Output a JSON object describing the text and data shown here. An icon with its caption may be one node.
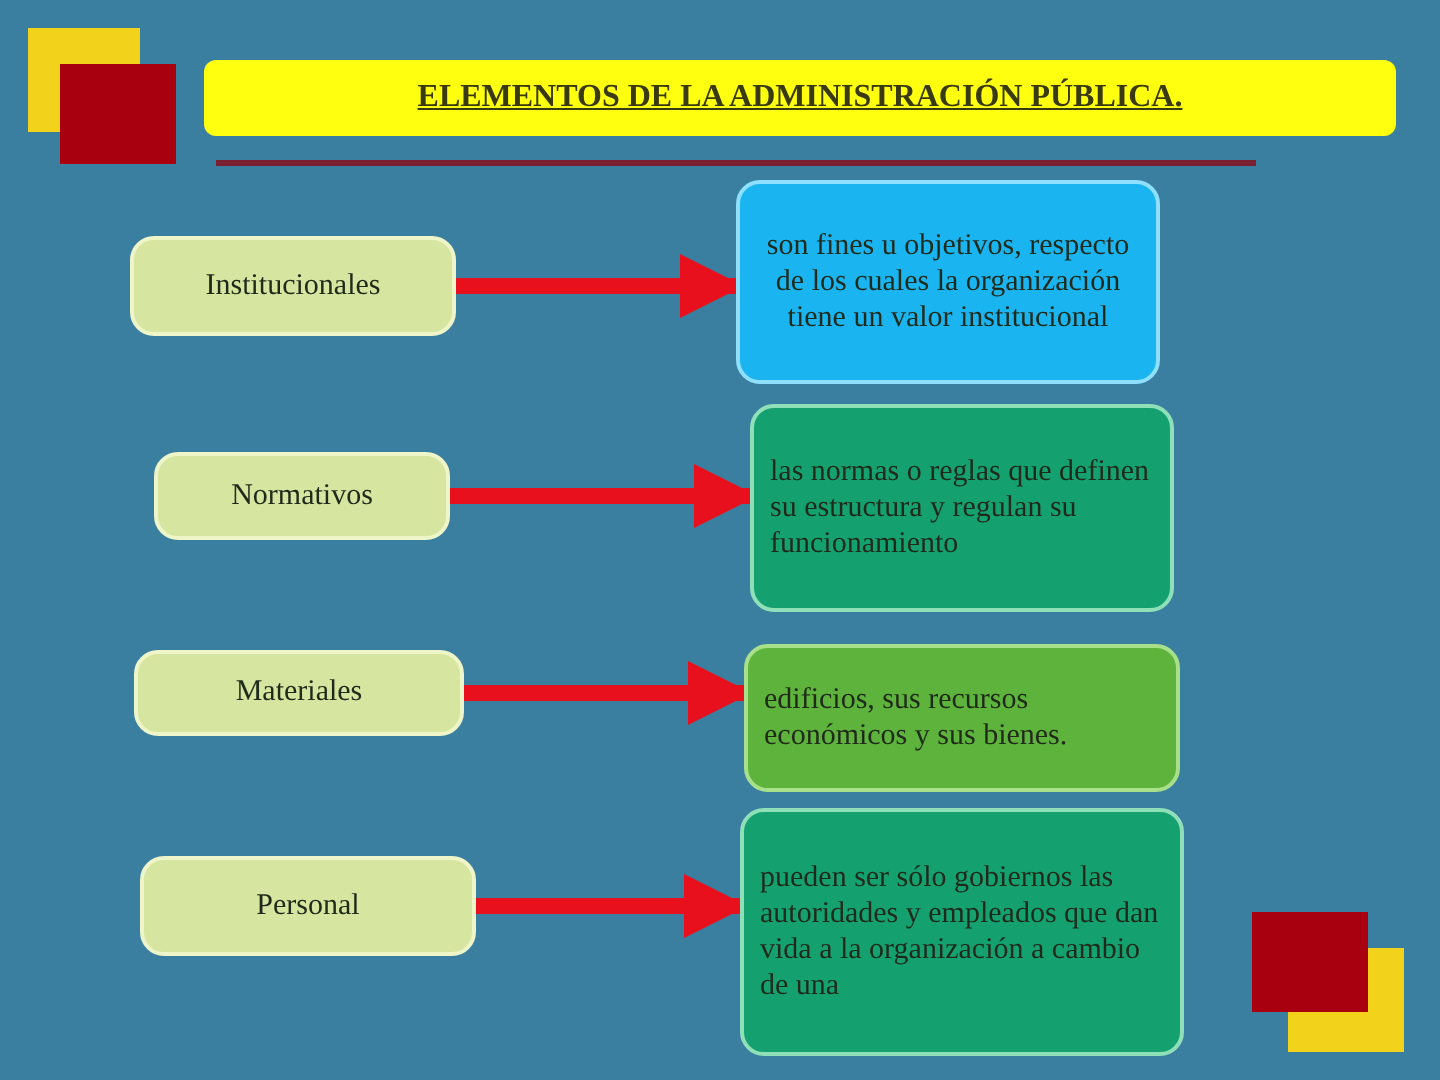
{
  "diagram": {
    "title": "ELEMENTOS DE LA ADMINISTRACIÓN PÚBLICA.",
    "nodes": [
      {
        "text": [
          "Institucionales"
        ]
      },
      {
        "text": [
          "Normativos"
        ]
      },
      {
        "text": [
          "Materiales"
        ]
      },
      {
        "text": [
          "Personal"
        ]
      },
      {
        "text": [
          "son fines u objetivos, respecto de los cuales la organización tiene un valor institucional"
        ]
      },
      {
        "text": [
          "las normas o reglas que definen su estructura y regulan su funcionamiento"
        ]
      },
      {
        "text": [
          "edificios, sus recursos económicos y sus bienes."
        ]
      },
      {
        "text": [
          "pueden ser sólo gobiernos las autoridades y empleados que dan vida a la organización a cambio de una"
        ]
      }
    ],
    "edges": [
      {
        "from": 0,
        "to": 4,
        "arrow": "to"
      },
      {
        "from": 1,
        "to": 5,
        "arrow": "to"
      },
      {
        "from": 2,
        "to": 6,
        "arrow": "to"
      },
      {
        "from": 3,
        "to": 7,
        "arrow": "to"
      }
    ]
  }
}
